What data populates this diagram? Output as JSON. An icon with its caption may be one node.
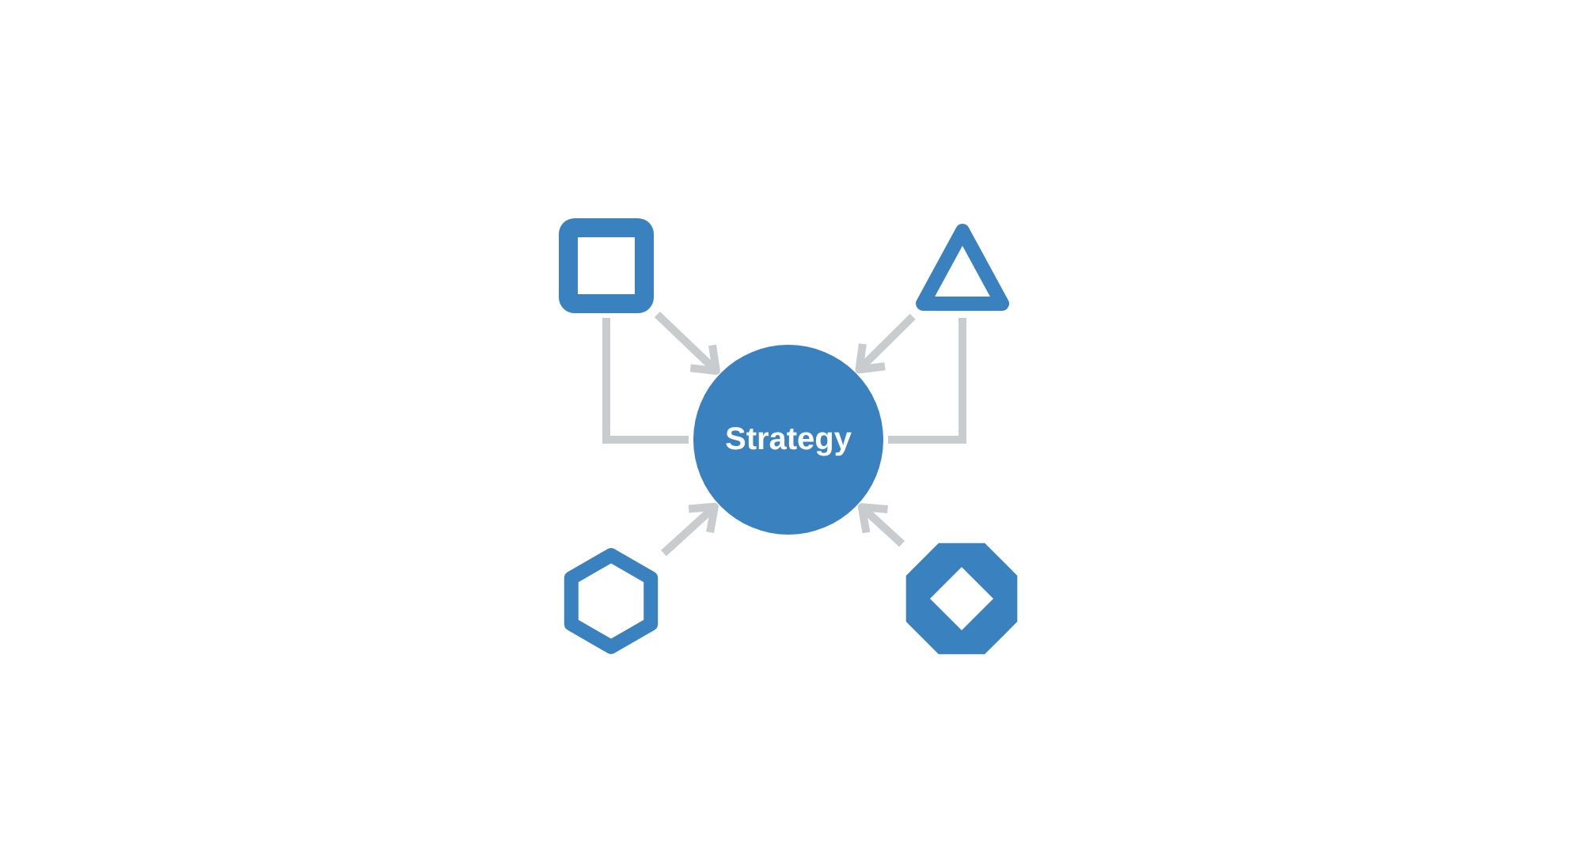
{
  "diagram": {
    "nodes": [
      {
        "text": [],
        "shape": "box"
      },
      {
        "text": [],
        "shape": "triangle"
      },
      {
        "text": [
          "Strategy"
        ]
      },
      {
        "text": [],
        "shape": "hexagon"
      },
      {
        "text": [],
        "shape": "octagon"
      }
    ],
    "edges": [
      {
        "from": 0,
        "to": 2,
        "arrow": "to"
      },
      {
        "from": 0,
        "to": 2,
        "arrow": "none"
      },
      {
        "from": 1,
        "to": 2,
        "arrow": "to"
      },
      {
        "from": 1,
        "to": 2,
        "arrow": "none"
      },
      {
        "from": 3,
        "to": 2,
        "arrow": "to"
      },
      {
        "from": 4,
        "to": 2,
        "arrow": "to"
      }
    ]
  }
}
